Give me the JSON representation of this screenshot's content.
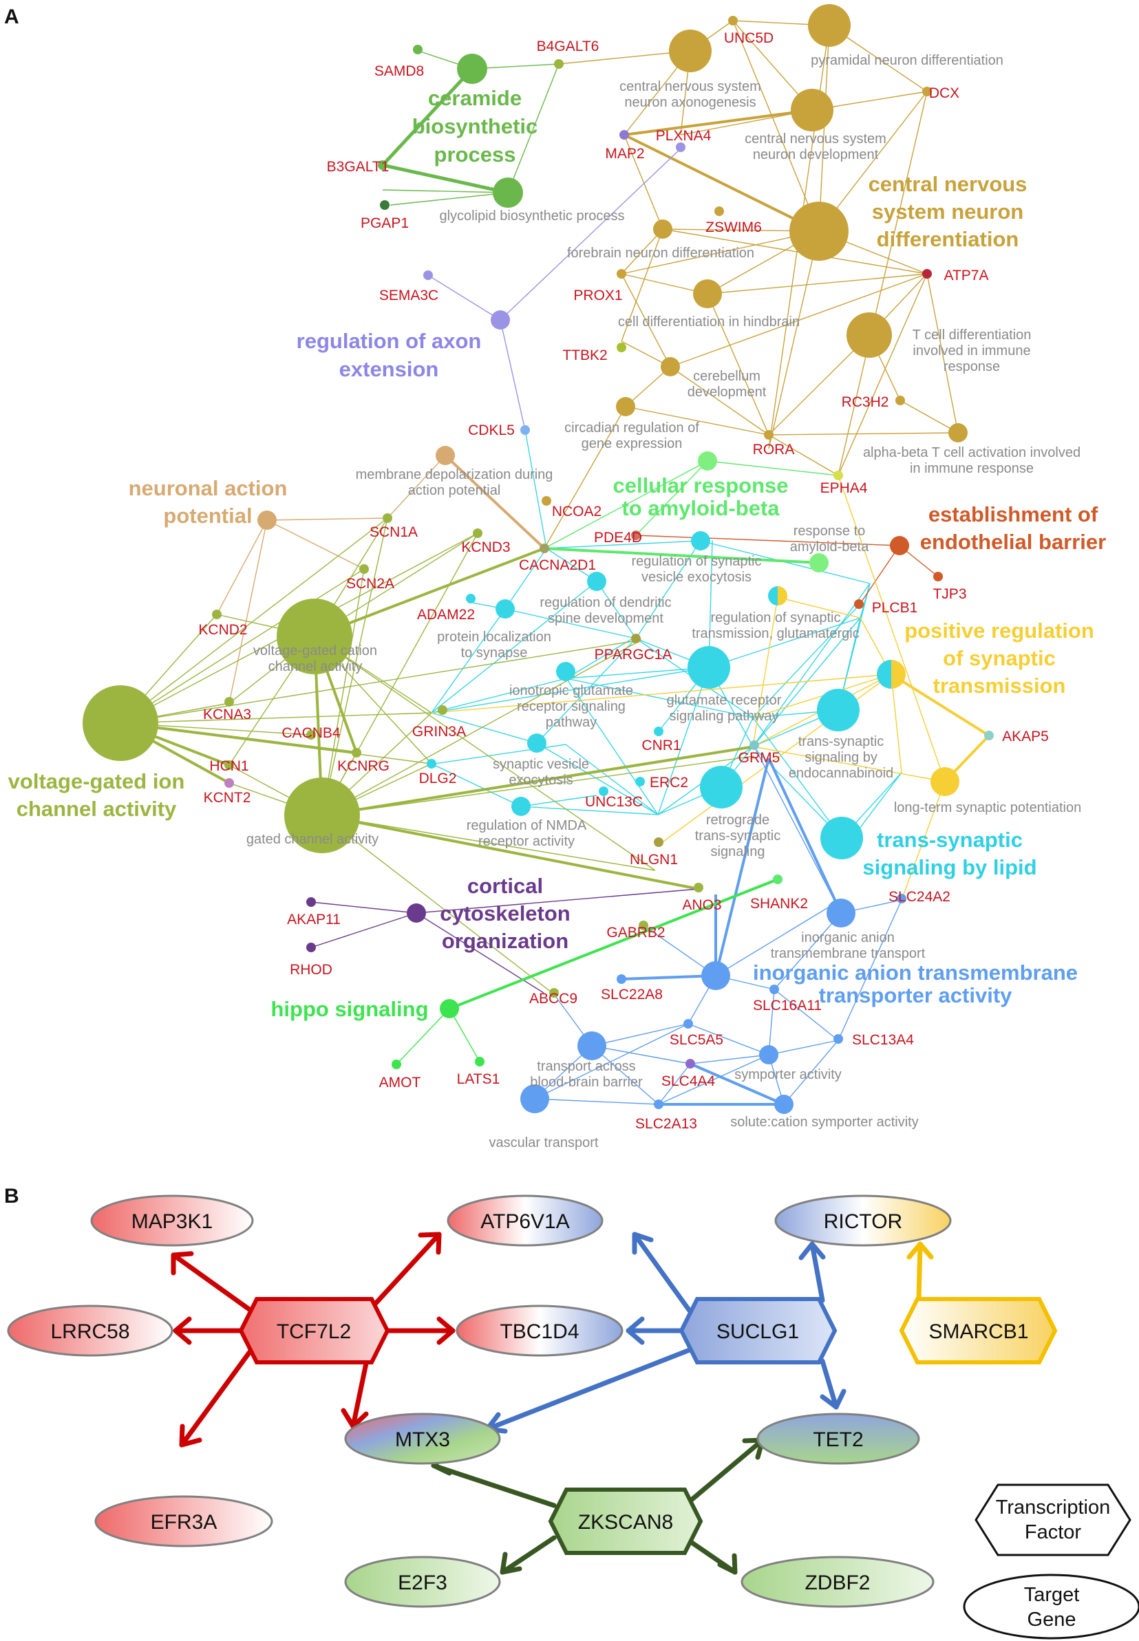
{
  "panels": {
    "a": "A",
    "b": "B"
  },
  "colors": {
    "green": "#6ab84c",
    "gold": "#c8a23a",
    "lavender": "#9b93e6",
    "cyan": "#37d6e6",
    "lightgreen": "#5ee86e",
    "tan": "#d7aa72",
    "orange": "#d05a28",
    "yellow": "#f6cf35",
    "olive": "#9cb540",
    "purple": "#6a3a8c",
    "blue": "#5f9ef0",
    "hippo": "#3ee450",
    "gene_text": "#c8141e",
    "term_text": "#8a8a8a",
    "tf_red": "#cc0000",
    "tf_blue": "#4472c4",
    "tf_yellow": "#f5c000",
    "tf_green": "#385723"
  },
  "panel_a": {
    "groups": {
      "ceramide": [
        "ceramide",
        "biosynthetic",
        "process"
      ],
      "cns": [
        "central nervous",
        "system neuron",
        "differentiation"
      ],
      "axon": [
        "regulation of axon",
        "extension"
      ],
      "neuronal": [
        "neuronal action",
        "potential"
      ],
      "amyloid": [
        "cellular response",
        "to amyloid-beta"
      ],
      "endothelial": [
        "establishment of",
        "endothelial barrier"
      ],
      "positive": [
        "positive regulation",
        "of synaptic",
        "transmission"
      ],
      "voltage": [
        "voltage-gated ion",
        "channel activity"
      ],
      "lipid": [
        "trans-synaptic",
        "signaling by lipid"
      ],
      "cortical": [
        "cortical",
        "cytoskeleton",
        "organization"
      ],
      "anion": [
        "inorganic anion transmembrane",
        "transporter activity"
      ],
      "hippo": [
        "hippo signaling"
      ]
    },
    "terms": {
      "pyramidal": [
        "pyramidal neuron differentiation"
      ],
      "axonogenesis": [
        "central nervous system",
        "neuron axonogenesis"
      ],
      "cnsdev": [
        "central nervous system",
        "neuron development"
      ],
      "glycolipid": [
        "glycolipid biosynthetic process"
      ],
      "forebrain": [
        "forebrain neuron differentiation"
      ],
      "hindbrain": [
        "cell differentiation in hindbrain"
      ],
      "tcell": [
        "T cell differentiation",
        "involved in immune",
        "response"
      ],
      "cerebellum": [
        "cerebellum",
        "development"
      ],
      "circadian": [
        "circadian regulation of",
        "gene expression"
      ],
      "alphabeta": [
        "alpha-beta T cell activation involved",
        "in immune response"
      ],
      "membrane": [
        "membrane depolarization during",
        "action potential"
      ],
      "respamyloid": [
        "response to",
        "amyloid-beta"
      ],
      "vesicleexo": [
        "regulation of synaptic",
        "vesicle exocytosis"
      ],
      "dendritic": [
        "regulation of dendritic",
        "spine development"
      ],
      "glutamatergic": [
        "regulation of synaptic",
        "transmission, glutamatergic"
      ],
      "vgcation": [
        "voltage-gated cation",
        "channel activity"
      ],
      "protloc": [
        "protein localization",
        "to synapse"
      ],
      "ionotropic": [
        "ionotropic glutamate",
        "receptor signaling",
        "pathway"
      ],
      "glureceptor": [
        "glutamate receptor",
        "signaling pathway"
      ],
      "endocannabinoid": [
        "trans-synaptic",
        "signaling by",
        "endocannabinoid"
      ],
      "synvesexo": [
        "synaptic vesicle",
        "exocytosis"
      ],
      "ltp": [
        "long-term synaptic potentiation"
      ],
      "gated": [
        "gated channel activity"
      ],
      "nmda": [
        "regulation of NMDA",
        "receptor activity"
      ],
      "retrograde": [
        "retrograde",
        "trans-synaptic",
        "signaling"
      ],
      "inorganic": [
        "inorganic anion",
        "transmembrane transport"
      ],
      "bbb": [
        "transport across",
        "blood-brain barrier"
      ],
      "symporter": [
        "symporter activity"
      ],
      "solute": [
        "solute:cation symporter activity"
      ],
      "vascular": [
        "vascular transport"
      ]
    },
    "genes": {
      "SAMD8": "SAMD8",
      "B4GALT6": "B4GALT6",
      "UNC5D": "UNC5D",
      "DCX": "DCX",
      "B3GALT1": "B3GALT1",
      "MAP2": "MAP2",
      "PLXNA4": "PLXNA4",
      "PGAP1": "PGAP1",
      "ZSWIM6": "ZSWIM6",
      "ATP7A": "ATP7A",
      "SEMA3C": "SEMA3C",
      "PROX1": "PROX1",
      "TTBK2": "TTBK2",
      "RC3H2": "RC3H2",
      "CDKL5": "CDKL5",
      "RORA": "RORA",
      "EPHA4": "EPHA4",
      "NCOA2": "NCOA2",
      "SCN1A": "SCN1A",
      "KCND3": "KCND3",
      "PDE4D": "PDE4D",
      "CACNA2D1": "CACNA2D1",
      "TJP3": "TJP3",
      "SCN2A": "SCN2A",
      "ADAM22": "ADAM22",
      "PLCB1": "PLCB1",
      "KCND2": "KCND2",
      "PPARGC1A": "PPARGC1A",
      "KCNA3": "KCNA3",
      "CACNB4": "CACNB4",
      "GRIN3A": "GRIN3A",
      "AKAP5": "AKAP5",
      "HCN1": "HCN1",
      "KCNRG": "KCNRG",
      "DLG2": "DLG2",
      "CNR1": "CNR1",
      "GRM5": "GRM5",
      "KCNT2": "KCNT2",
      "ERC2": "ERC2",
      "UNC13C": "UNC13C",
      "NLGN1": "NLGN1",
      "AKAP11": "AKAP11",
      "ANO3": "ANO3",
      "SHANK2": "SHANK2",
      "SLC24A2": "SLC24A2",
      "RHOD": "RHOD",
      "GABRB2": "GABRB2",
      "SLC22A8": "SLC22A8",
      "ABCC9": "ABCC9",
      "SLC16A11": "SLC16A11",
      "SLC5A5": "SLC5A5",
      "SLC13A4": "SLC13A4",
      "AMOT": "AMOT",
      "LATS1": "LATS1",
      "SLC4A4": "SLC4A4",
      "SLC2A13": "SLC2A13"
    }
  },
  "panel_b": {
    "transcription_factors": [
      "TCF7L2",
      "SUCLG1",
      "SMARCB1",
      "ZKSCAN8"
    ],
    "targets": [
      "MAP3K1",
      "ATP6V1A",
      "RICTOR",
      "LRRC58",
      "TBC1D4",
      "MTX3",
      "TET2",
      "EFR3A",
      "E2F3",
      "ZDBF2"
    ],
    "edges": [
      {
        "from": "TCF7L2",
        "to": "MAP3K1"
      },
      {
        "from": "TCF7L2",
        "to": "LRRC58"
      },
      {
        "from": "TCF7L2",
        "to": "EFR3A"
      },
      {
        "from": "TCF7L2",
        "to": "ATP6V1A"
      },
      {
        "from": "TCF7L2",
        "to": "TBC1D4"
      },
      {
        "from": "TCF7L2",
        "to": "MTX3"
      },
      {
        "from": "SUCLG1",
        "to": "ATP6V1A"
      },
      {
        "from": "SUCLG1",
        "to": "RICTOR"
      },
      {
        "from": "SUCLG1",
        "to": "TBC1D4"
      },
      {
        "from": "SUCLG1",
        "to": "MTX3"
      },
      {
        "from": "SUCLG1",
        "to": "TET2"
      },
      {
        "from": "SMARCB1",
        "to": "RICTOR"
      },
      {
        "from": "ZKSCAN8",
        "to": "MTX3"
      },
      {
        "from": "ZKSCAN8",
        "to": "TET2"
      },
      {
        "from": "ZKSCAN8",
        "to": "E2F3"
      },
      {
        "from": "ZKSCAN8",
        "to": "ZDBF2"
      }
    ],
    "legend": {
      "tf": [
        "Transcription",
        "Factor"
      ],
      "target": [
        "Target",
        "Gene"
      ]
    }
  }
}
